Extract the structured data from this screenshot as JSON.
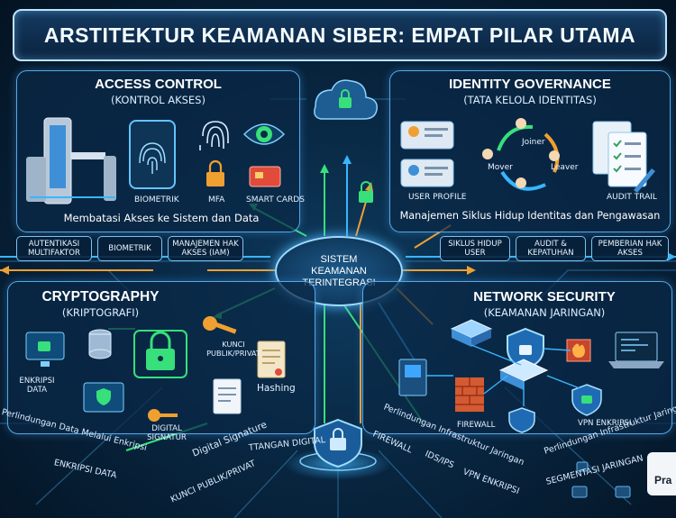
{
  "title": "ARSTITEKTUR KEAMANAN SIBER: EMPAT PILAR UTAMA",
  "hub": {
    "line1": "SISTEM",
    "line2": "KEAMANAN",
    "line3": "TERINTEGRASI"
  },
  "access": {
    "title": "ACCESS CONTROL",
    "subtitle": "(KONTROL AKSES)",
    "labels": {
      "biometrik": "BIOMETRIK",
      "mfa": "MFA",
      "smart": "SMART CARDS"
    },
    "caption": "Membatasi Akses ke Sistem dan Data",
    "chips": [
      "AUTENTIKASI MULTIFAKTOR",
      "BIOMETRIK",
      "MANAJEMEN HAK AKSES (IAM)"
    ]
  },
  "identity": {
    "title": "IDENTITY GOVERNANCE",
    "subtitle": "(TATA KELOLA IDENTITAS)",
    "labels": {
      "profile": "USER PROFILE",
      "joiner": "Joiner",
      "mover": "Mover",
      "leaver": "Leaver",
      "audit": "AUDIT TRAIL"
    },
    "caption": "Manajemen Siklus Hidup Identitas dan Pengawasan",
    "chips": [
      "SIKLUS HIDUP USER",
      "AUDIT & KEPATUHAN",
      "PEMBERIAN HAK AKSES"
    ]
  },
  "crypto": {
    "title": "CRYPTOGRAPHY",
    "subtitle": "(KRIPTOGRAFI)",
    "labels": {
      "enkripsi": "ENKRIPSI DATA",
      "kunci": "KUNCI PUBLIK/PRIVAT",
      "hashing": "Hashing",
      "digital": "DIGITAL SIGNATUR"
    },
    "rotated": {
      "perl": "Perlindungan Data Melalui Enkripsi",
      "sig": "Digital Signature",
      "enk": "ENKRIPSI DATA",
      "kunci": "KUNCI PUBLIK/PRIVAT",
      "tangan": "TTANGAN DIGITAL"
    }
  },
  "network": {
    "title": "NETWORK SECURITY",
    "subtitle": "(KEAMANAN JARINGAN)",
    "labels": {
      "firewall": "FIREWALL",
      "vpn": "VPN ENKRIPSI"
    },
    "rotated": {
      "perl1": "Perlindungan Infrastruktur Jaringan",
      "perl2": "Perlindungan Infrastruktur Jaringan",
      "fw": "FIREWALL",
      "ids": "IDS/IPS",
      "vpn": "VPN ENKRIPSI",
      "seg": "SEGMENTASI JARINGAN"
    }
  },
  "corner_text": "Pra",
  "colors": {
    "green": "#37e07a",
    "orange": "#f0a030",
    "cyan": "#38b6ff",
    "blue": "#2f7fd8",
    "red": "#e8603a"
  }
}
